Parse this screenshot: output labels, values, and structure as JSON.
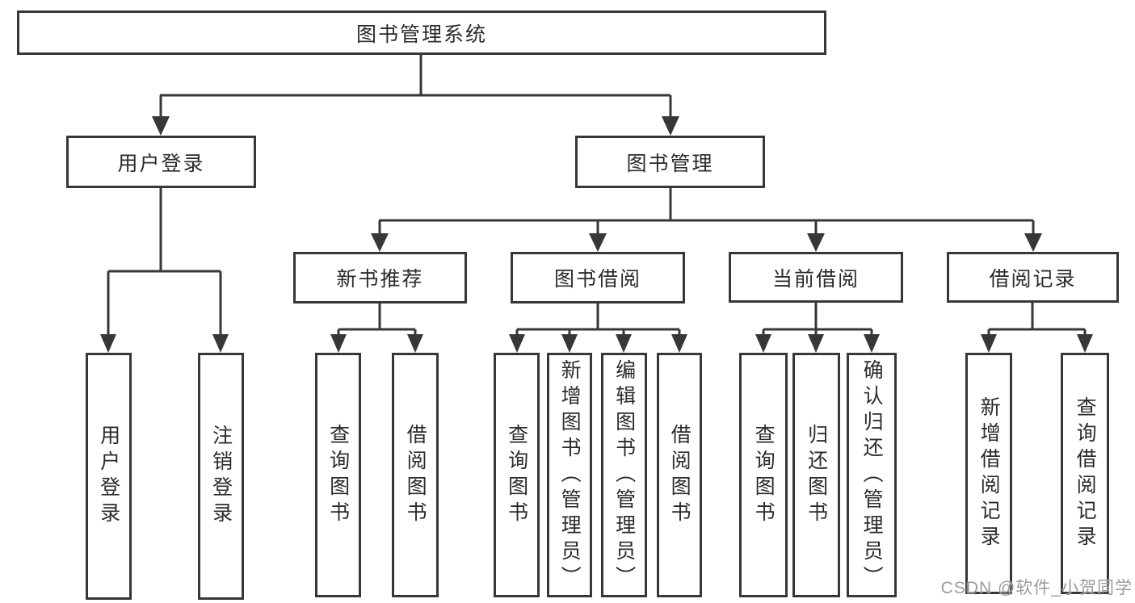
{
  "diagram": {
    "root": "图书管理系统",
    "branches": [
      {
        "label": "用户登录",
        "children": [
          "用户登录",
          "注销登录"
        ]
      },
      {
        "label": "图书管理",
        "groups": [
          {
            "label": "新书推荐",
            "children": [
              "查询图书",
              "借阅图书"
            ]
          },
          {
            "label": "图书借阅",
            "children": [
              "查询图书",
              "新增图书（管理员）",
              "编辑图书（管理员）",
              "借阅图书"
            ]
          },
          {
            "label": "当前借阅",
            "children": [
              "查询图书",
              "归还图书",
              "确认归还（管理员）"
            ]
          },
          {
            "label": "借阅记录",
            "children": [
              "新增借阅记录",
              "查询借阅记录"
            ]
          }
        ]
      }
    ]
  },
  "watermark": "CSDN @软件_小贺同学",
  "colors": {
    "line": "#373737",
    "text": "#2b2b2b",
    "watermark": "#9b9b9b",
    "background": "#ffffff"
  }
}
